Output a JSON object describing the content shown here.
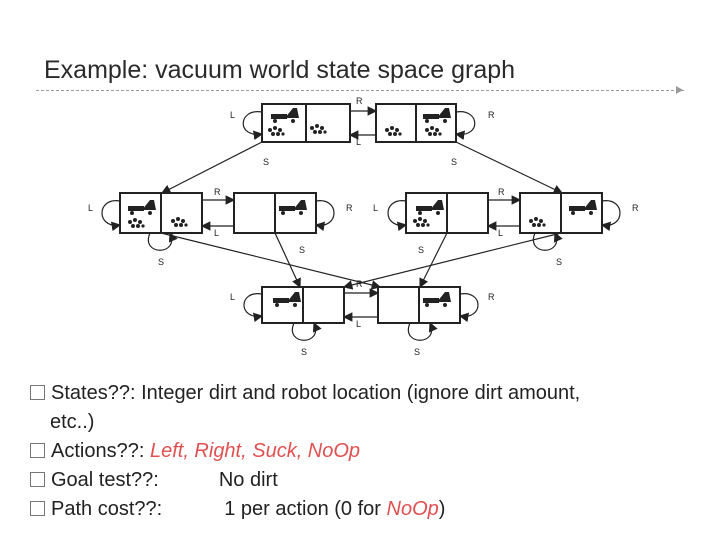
{
  "slide": {
    "title": "Example: vacuum world state space graph"
  },
  "diagram": {
    "actions": {
      "left": "L",
      "right": "R",
      "suck": "S"
    }
  },
  "bullets": {
    "states_label": "States??:",
    "states_text": "Integer dirt and robot location (ignore dirt amount,",
    "states_cont": "etc..)",
    "actions_label": "Actions??:",
    "actions_value": "Left, Right, Suck, NoOp",
    "goal_label": "Goal test??:",
    "goal_value": "No dirt",
    "path_label": "Path cost??:",
    "path_value_prefix": "1 per action (0 for ",
    "path_value_noop": "NoOp",
    "path_value_suffix": ")"
  },
  "colors": {
    "accent_red": "#e05050"
  }
}
